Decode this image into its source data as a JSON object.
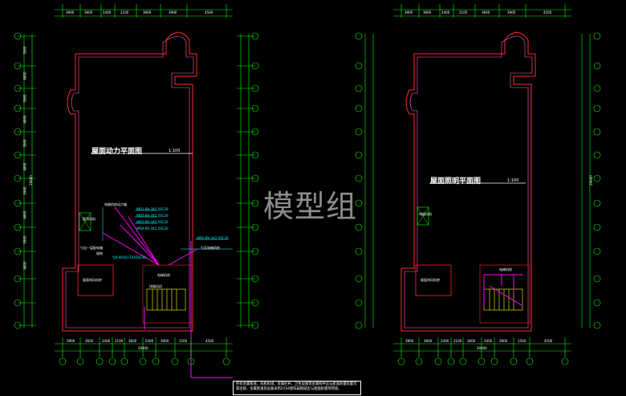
{
  "left_plan": {
    "title": "屋面动力平面图",
    "scale": "1:100",
    "room_label": "屋面排风机房",
    "labels": [
      "电梯机房",
      "电梯机房动力箱",
      "WD1-BV-3X2.5SC20",
      "WD2-BV-3X2.5SC20",
      "WD3-BV-3X2.5SC20",
      "WD4-BV-3X2.5SC20",
      "引自一层配电箱",
      "接地",
      "引至电梯机房",
      "WD5-BV-3X2.5SC20",
      "屋顶风机",
      "排烟风机",
      "YJV-4X16+1X10SC40"
    ]
  },
  "right_plan": {
    "title": "屋面照明平面图",
    "scale": "1:100",
    "room_label": "屋面排风机房",
    "labels": [
      "电梯机房",
      "排烟风机"
    ]
  },
  "top_dims": [
    "3900",
    "3600",
    "2400",
    "2100",
    "3600",
    "3900",
    "4500"
  ],
  "bottom_dims": [
    "3900",
    "3600",
    "2400",
    "2100",
    "3600",
    "2400",
    "3900",
    "1500",
    "4500"
  ],
  "total_dim": "29400",
  "side_dims": [
    "3900",
    "4800",
    "3900",
    "4800",
    "3900",
    "4800",
    "3900",
    "4800",
    "3900",
    "4800"
  ],
  "side_total": "29400",
  "note_text": "所有金属管道、风机机组、金属栏杆、卫生设施等金属构件应与屋面防雷装置可靠连接，金属管道及设备采用25X4镀锌扁钢就近与屋面防雷带焊接。",
  "watermark": "模型组",
  "colors": {
    "wall": "#ff2a2a",
    "wall_inner": "#ff66cc",
    "dim": "#00ff00",
    "wire": "#ff00ff",
    "text": "#ffffff",
    "accent": "#ffff00",
    "cyan": "#00ffff"
  }
}
